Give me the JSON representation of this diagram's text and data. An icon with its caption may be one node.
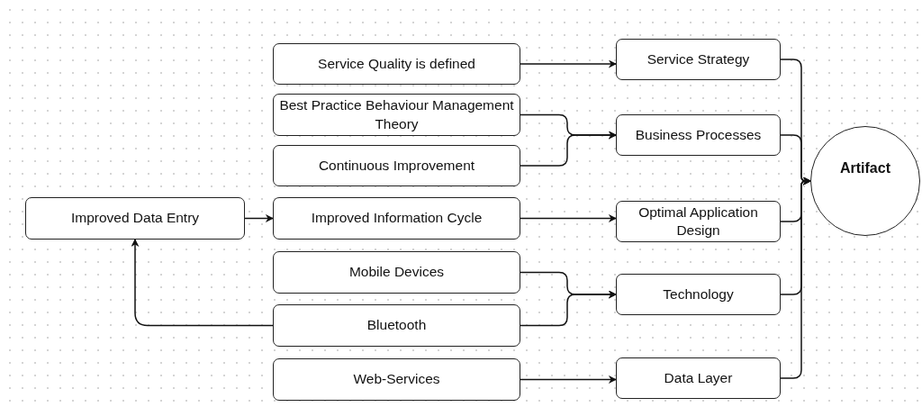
{
  "diagram": {
    "nodes": [
      {
        "text": [
          "Service Quality is defined"
        ]
      },
      {
        "text": [
          "Best Practice Behaviour Management Theory"
        ]
      },
      {
        "text": [
          "Continuous Improvement"
        ]
      },
      {
        "text": [
          "Improved Data Entry"
        ]
      },
      {
        "text": [
          "Improved Information Cycle"
        ]
      },
      {
        "text": [
          "Mobile Devices"
        ]
      },
      {
        "text": [
          "Bluetooth"
        ]
      },
      {
        "text": [
          "Web-Services"
        ]
      },
      {
        "text": [
          "Service Strategy"
        ]
      },
      {
        "text": [
          "Business Processes"
        ]
      },
      {
        "text": [
          "Optimal Application Design"
        ]
      },
      {
        "text": [
          "Technology"
        ]
      },
      {
        "text": [
          "Data Layer"
        ]
      },
      {
        "text": [
          "Artifact"
        ]
      }
    ],
    "edges": [
      {
        "from": 0,
        "to": 8,
        "arrow": "to"
      },
      {
        "from": 1,
        "to": 9,
        "arrow": "to"
      },
      {
        "from": 2,
        "to": 9,
        "arrow": "to"
      },
      {
        "from": 3,
        "to": 4,
        "arrow": "to"
      },
      {
        "from": 4,
        "to": 10,
        "arrow": "to"
      },
      {
        "from": 5,
        "to": 11,
        "arrow": "to"
      },
      {
        "from": 6,
        "to": 11,
        "arrow": "to"
      },
      {
        "from": 6,
        "to": 3,
        "arrow": "to"
      },
      {
        "from": 7,
        "to": 12,
        "arrow": "to"
      },
      {
        "from": 8,
        "to": 13,
        "arrow": "to"
      },
      {
        "from": 9,
        "to": 13,
        "arrow": "to"
      },
      {
        "from": 10,
        "to": 13,
        "arrow": "to"
      },
      {
        "from": 11,
        "to": 13,
        "arrow": "to"
      },
      {
        "from": 12,
        "to": 13,
        "arrow": "to"
      }
    ]
  }
}
